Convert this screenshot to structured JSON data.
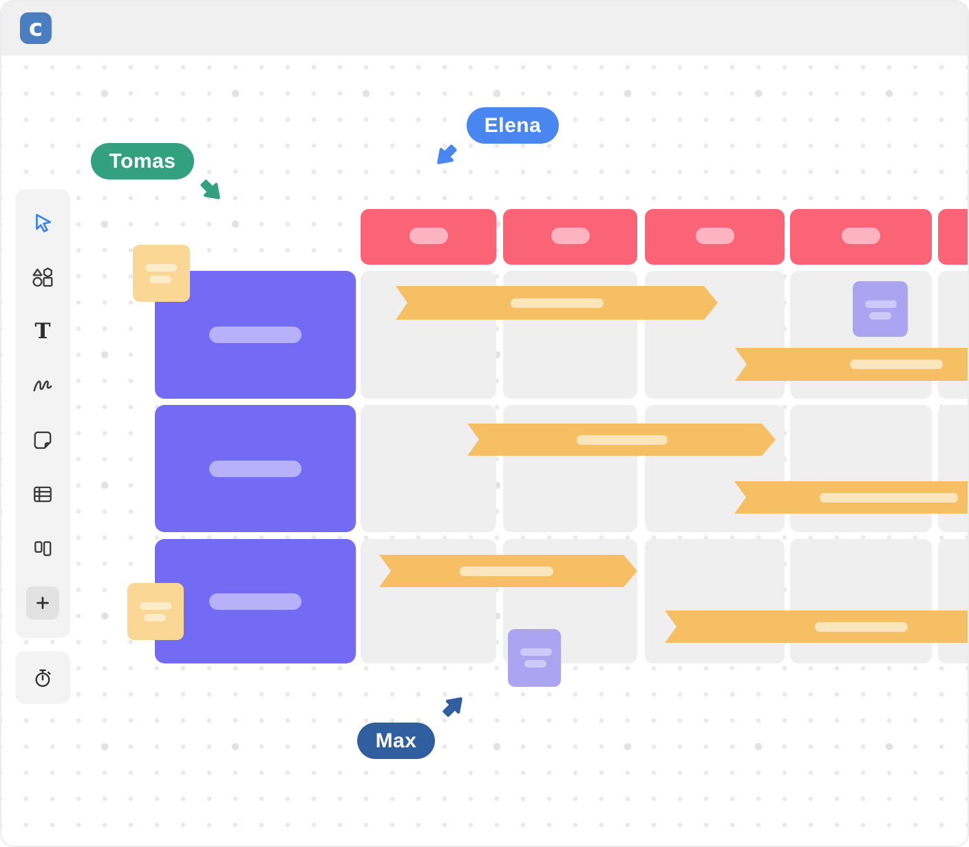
{
  "app": {
    "logo_letter": "c",
    "logo_color": "#4b7ec0",
    "topbar_bg": "#f0f0f0"
  },
  "toolbar": {
    "tools": [
      {
        "name": "select",
        "active": true
      },
      {
        "name": "shapes",
        "active": false
      },
      {
        "name": "text",
        "active": false
      },
      {
        "name": "draw",
        "active": false
      },
      {
        "name": "sticky-note",
        "active": false
      },
      {
        "name": "table",
        "active": false
      },
      {
        "name": "kanban",
        "active": false
      },
      {
        "name": "add",
        "active": false
      }
    ],
    "timer_tool": {
      "name": "timer"
    },
    "text_tool_glyph": "T",
    "accent_color": "#2f7ff0"
  },
  "collaborators": [
    {
      "name": "Tomas",
      "color": "#33a07e",
      "cursor_direction": "down-right"
    },
    {
      "name": "Elena",
      "color": "#4a86f0",
      "cursor_direction": "down-left"
    },
    {
      "name": "Max",
      "color": "#315e9f",
      "cursor_direction": "up-right"
    }
  ],
  "board": {
    "header_cells": 5,
    "rows": 3,
    "row_label_cards": 3,
    "timeline_bars": 6,
    "sticky_notes_yellow": 2,
    "sticky_notes_purple": 2,
    "colors": {
      "header": "#fa6476",
      "header_pill": "#fcb5c0",
      "cell": "#efefef",
      "card": "#746bf4",
      "card_pill": "#b6b1f9",
      "ribbon": "#f7bf64",
      "ribbon_pill": "#fbe5bd",
      "sticky_yellow": "#fbd795",
      "sticky_yellow_line": "#fdecca",
      "sticky_purple": "#aba5f1",
      "sticky_purple_line": "#cdc9f8"
    }
  }
}
